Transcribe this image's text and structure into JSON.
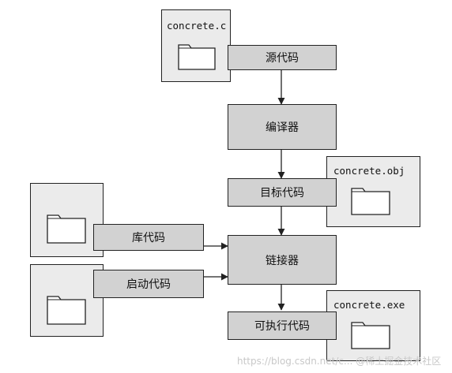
{
  "files": {
    "concrete_c": "concrete.c",
    "concrete_obj": "concrete.obj",
    "concrete_exe": "concrete.exe"
  },
  "labels": {
    "source_code": "源代码",
    "compiler": "编译器",
    "object_code": "目标代码",
    "library_code": "库代码",
    "startup_code": "启动代码",
    "linker": "链接器",
    "executable_code": "可执行代码"
  },
  "icons": [
    "folder-icon",
    "arrow-icon"
  ],
  "watermark": "https://blog.csdn.net/c... @稀土掘金技术社区"
}
